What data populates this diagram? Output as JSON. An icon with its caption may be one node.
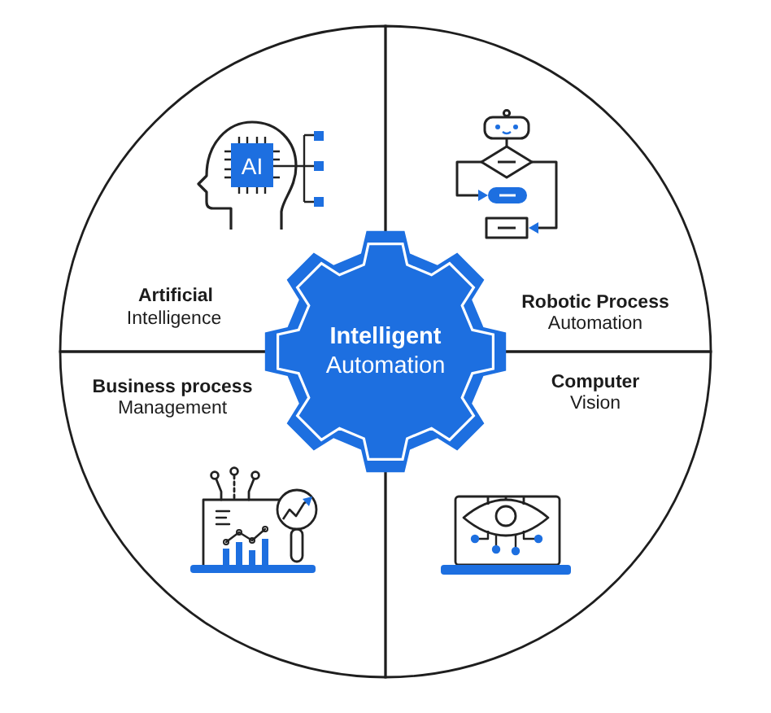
{
  "diagram": {
    "nodes": [
      {
        "text": [
          "Artificial",
          "Intelligence"
        ]
      },
      {
        "text": [
          "AI"
        ],
        "in": 0
      },
      {
        "text": [
          "Robotic Process",
          "Automation"
        ]
      },
      {
        "text": [
          "Intelligent",
          "Automation"
        ]
      },
      {
        "text": [
          "Business process",
          "Management"
        ]
      },
      {
        "text": [
          "Computer",
          "Vision"
        ]
      }
    ]
  }
}
